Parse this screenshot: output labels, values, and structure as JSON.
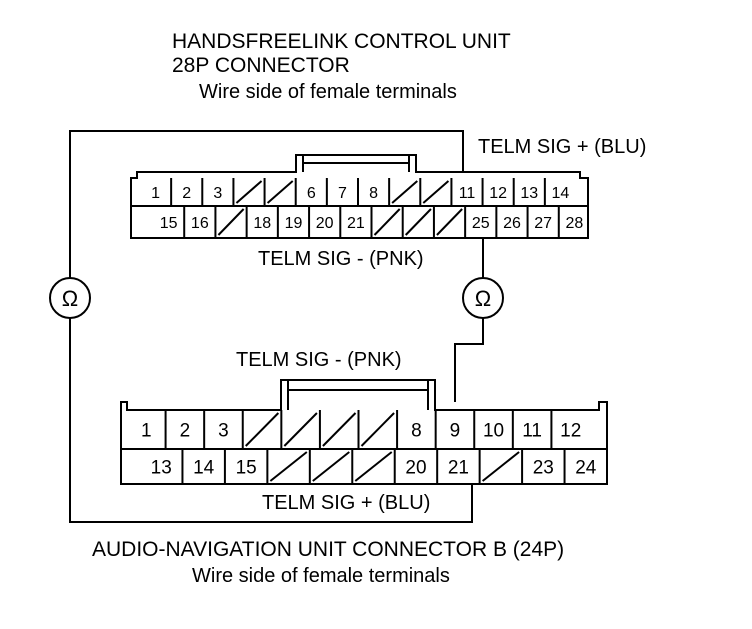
{
  "hfl": {
    "title_line1": "HANDSFREELINK CONTROL UNIT",
    "title_line2": "28P CONNECTOR",
    "subtitle": "Wire side of female terminals",
    "row1": [
      "1",
      "2",
      "3",
      "",
      "",
      "6",
      "7",
      "8",
      "",
      "",
      "11",
      "12",
      "13",
      "14"
    ],
    "row2": [
      "15",
      "16",
      "",
      "18",
      "19",
      "20",
      "21",
      "",
      "",
      "",
      "25",
      "26",
      "27",
      "28"
    ]
  },
  "nav": {
    "title": "AUDIO-NAVIGATION UNIT CONNECTOR B (24P)",
    "subtitle": "Wire side of female terminals",
    "row1": [
      "1",
      "2",
      "3",
      "",
      "",
      "",
      "",
      "8",
      "9",
      "10",
      "11",
      "12"
    ],
    "row2": [
      "13",
      "14",
      "15",
      "",
      "",
      "",
      "20",
      "21",
      "",
      "23",
      "24"
    ]
  },
  "labels": {
    "telm_sig_plus_top": "TELM SIG +  (BLU)",
    "telm_sig_minus_top": "TELM SIG -  (PNK)",
    "telm_sig_minus_bottom": "TELM SIG -  (PNK)",
    "telm_sig_plus_bottom": "TELM SIG + (BLU)"
  },
  "meters": {
    "left_symbol": "Ω",
    "right_symbol": "Ω"
  }
}
